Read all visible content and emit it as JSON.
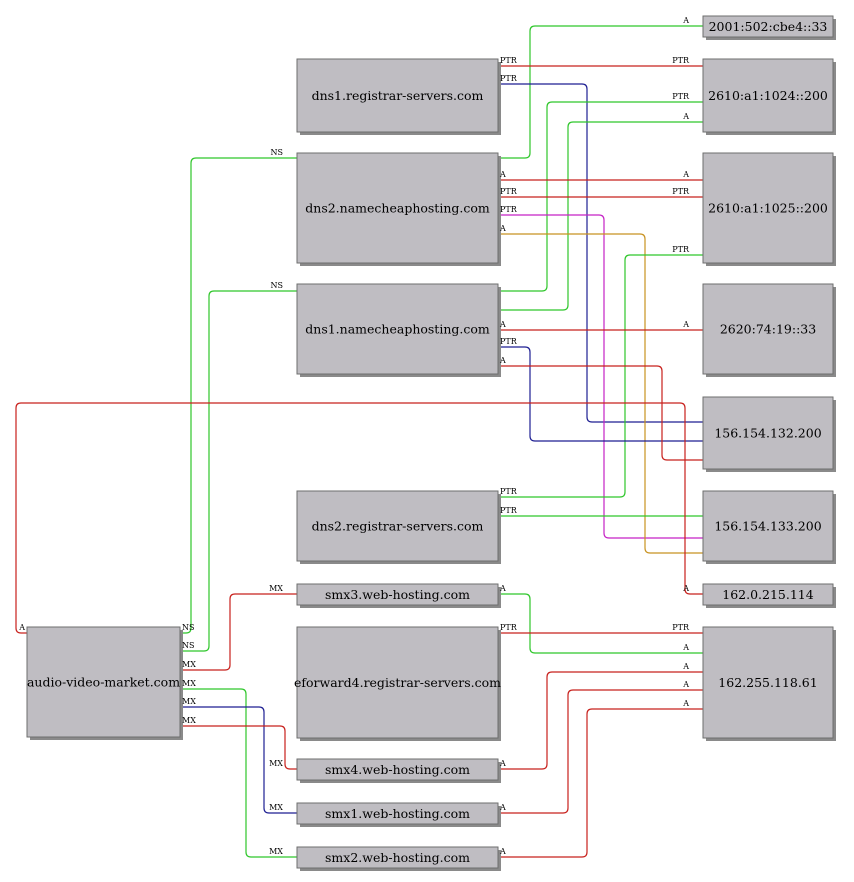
{
  "colors": {
    "node_fill": "#bfbdc2",
    "node_stroke": "#6e6e6e",
    "red": "#c8201c",
    "green": "#2ec62a",
    "blue": "#1d1e92",
    "magenta": "#c522c5",
    "orange": "#c89220"
  },
  "nodes": {
    "dns1_registrar": "dns1.registrar-servers.com",
    "dns2_namecheap": "dns2.namecheaphosting.com",
    "dns1_namecheap": "dns1.namecheaphosting.com",
    "dns2_registrar": "dns2.registrar-servers.com",
    "smx3": "smx3.web-hosting.com",
    "eforward4": "eforward4.registrar-servers.com",
    "audio_video": "audio-video-market.com",
    "smx4": "smx4.web-hosting.com",
    "smx1": "smx1.web-hosting.com",
    "smx2": "smx2.web-hosting.com",
    "ip6_2001": "2001:502:cbe4::33",
    "ip6_2610_1024": "2610:a1:1024::200",
    "ip6_2610_1025": "2610:a1:1025::200",
    "ip6_2620": "2620:74:19::33",
    "ip4_156_132": "156.154.132.200",
    "ip4_156_133": "156.154.133.200",
    "ip4_162_0": "162.0.215.114",
    "ip4_162_255": "162.255.118.61"
  },
  "edge_types": {
    "a": "A",
    "ptr": "PTR",
    "ns": "NS",
    "mx": "MX"
  }
}
